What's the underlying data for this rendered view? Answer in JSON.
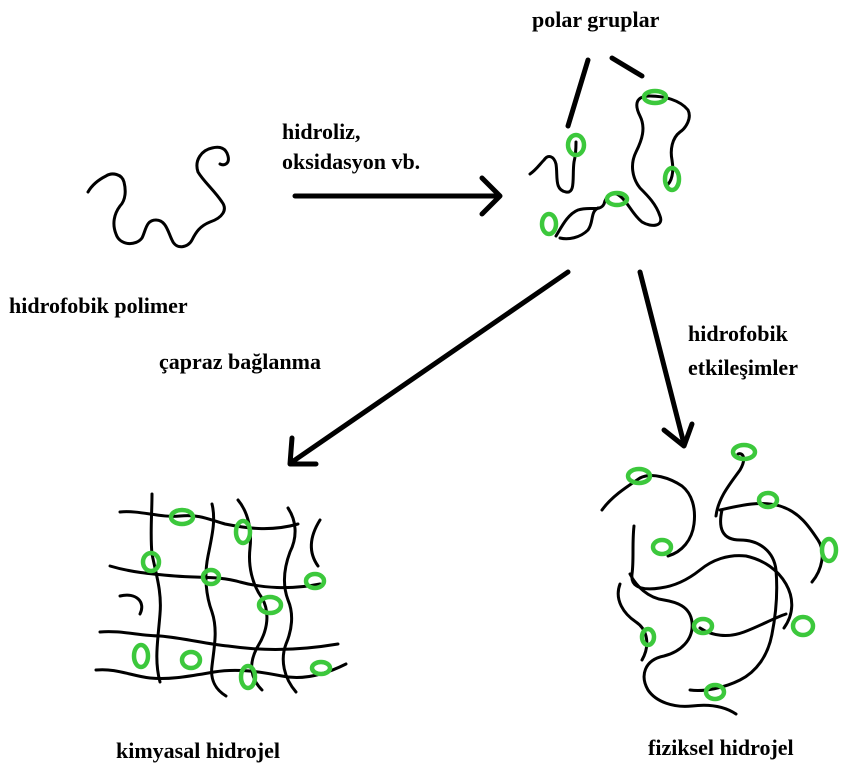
{
  "labels": {
    "polar_groups": "polar gruplar",
    "hydrolysis_line1": "hidroliz,",
    "hydrolysis_line2": "oksidasyon vb.",
    "hydrophobic_polymer": "hidrofobik polimer",
    "crosslinking": "çapraz bağlanma",
    "hydrophobic_interactions_line1": "hidrofobik",
    "hydrophobic_interactions_line2": "etkileşimler",
    "chemical_hydrogel": "kimyasal hidrojel",
    "physical_hydrogel": "fiziksel hidrojel"
  },
  "colors": {
    "text": "#000000",
    "chain": "#000000",
    "polar_group": "#3cc83c",
    "background": "#ffffff"
  }
}
